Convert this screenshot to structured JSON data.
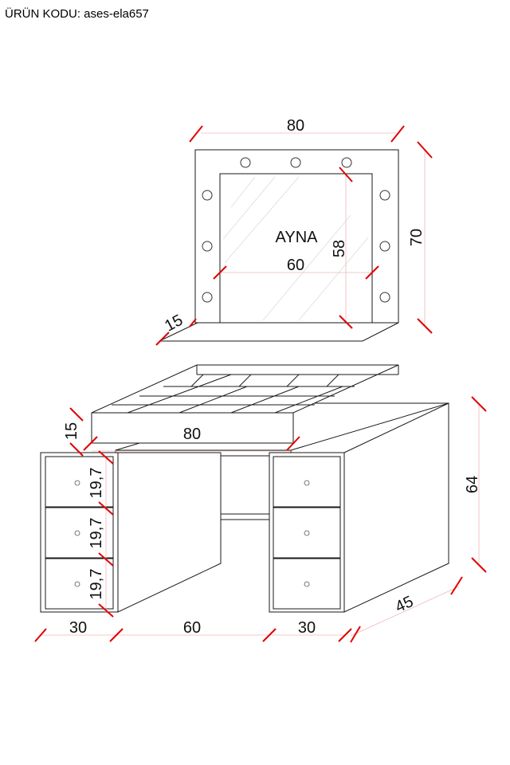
{
  "header": {
    "product_code": "ÜRÜN KODU: ases-ela657"
  },
  "mirror": {
    "label": "AYNA",
    "dim_width": "80",
    "dim_height": "70",
    "dim_glass_width": "60",
    "dim_glass_height": "58",
    "dim_shelf_depth": "15"
  },
  "table": {
    "dim_top_width": "80",
    "dim_top_height": "15",
    "dim_total_height": "64",
    "dim_depth": "45",
    "dim_left_width": "30",
    "dim_gap_width": "60",
    "dim_right_width": "30",
    "dim_drawer_1": "19,7",
    "dim_drawer_2": "19,7",
    "dim_drawer_3": "19,7"
  }
}
